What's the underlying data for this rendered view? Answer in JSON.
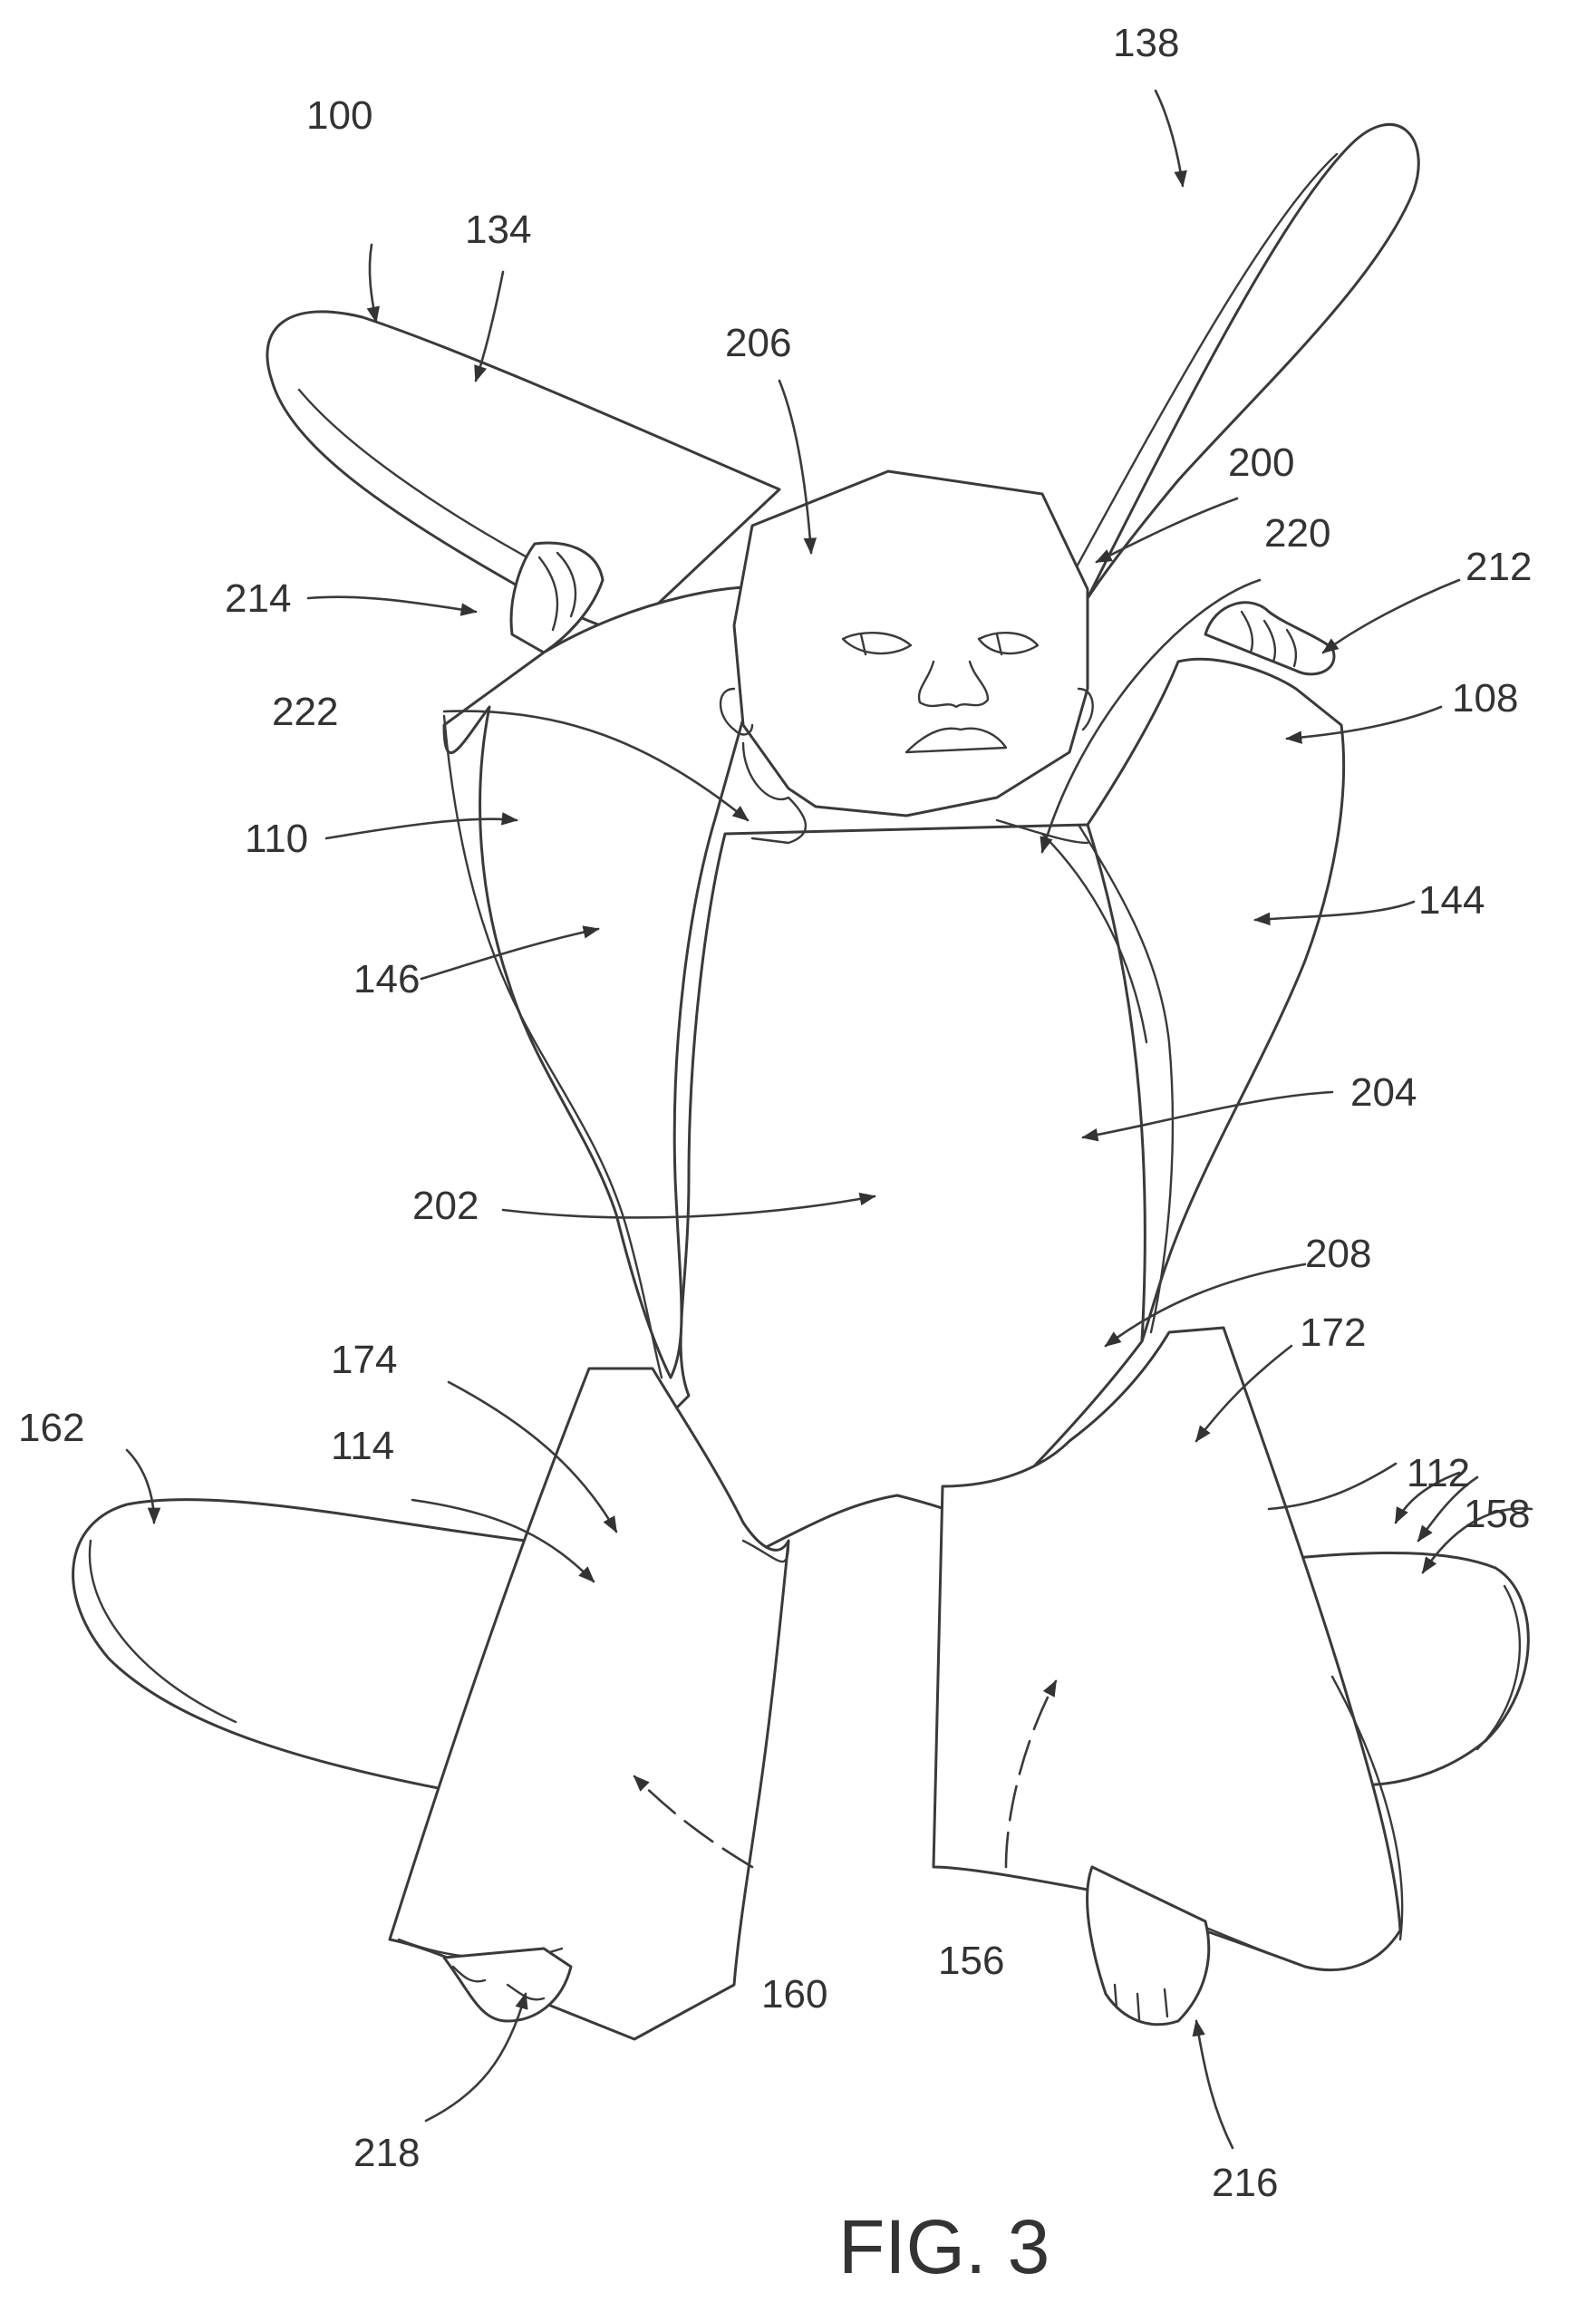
{
  "figure": {
    "caption": "FIG. 3",
    "labels": [
      {
        "id": "100",
        "text": "100"
      },
      {
        "id": "134",
        "text": "134"
      },
      {
        "id": "138",
        "text": "138"
      },
      {
        "id": "206",
        "text": "206"
      },
      {
        "id": "200",
        "text": "200"
      },
      {
        "id": "220",
        "text": "220"
      },
      {
        "id": "212",
        "text": "212"
      },
      {
        "id": "214",
        "text": "214"
      },
      {
        "id": "222",
        "text": "222"
      },
      {
        "id": "108",
        "text": "108"
      },
      {
        "id": "110",
        "text": "110"
      },
      {
        "id": "144",
        "text": "144"
      },
      {
        "id": "146",
        "text": "146"
      },
      {
        "id": "204",
        "text": "204"
      },
      {
        "id": "202",
        "text": "202"
      },
      {
        "id": "208",
        "text": "208"
      },
      {
        "id": "174",
        "text": "174"
      },
      {
        "id": "172",
        "text": "172"
      },
      {
        "id": "162",
        "text": "162"
      },
      {
        "id": "114",
        "text": "114"
      },
      {
        "id": "112",
        "text": "112"
      },
      {
        "id": "158",
        "text": "158"
      },
      {
        "id": "160",
        "text": "160"
      },
      {
        "id": "156",
        "text": "156"
      },
      {
        "id": "218",
        "text": "218"
      },
      {
        "id": "216",
        "text": "216"
      }
    ]
  }
}
